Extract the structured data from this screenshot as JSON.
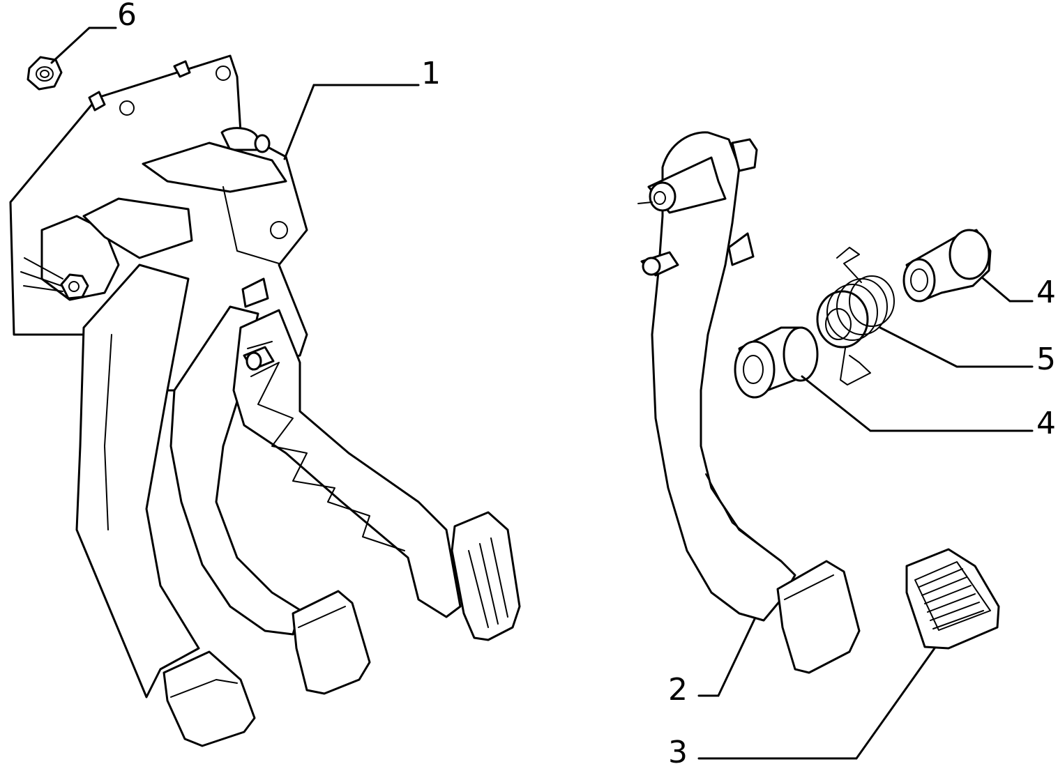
{
  "callouts": [
    {
      "id": "c1",
      "label": "1"
    },
    {
      "id": "c2",
      "label": "2"
    },
    {
      "id": "c3",
      "label": "3"
    },
    {
      "id": "c4a",
      "label": "4"
    },
    {
      "id": "c4b",
      "label": "4"
    },
    {
      "id": "c5",
      "label": "5"
    },
    {
      "id": "c6",
      "label": "6"
    }
  ],
  "colors": {
    "line": "#000000",
    "background": "#ffffff"
  }
}
